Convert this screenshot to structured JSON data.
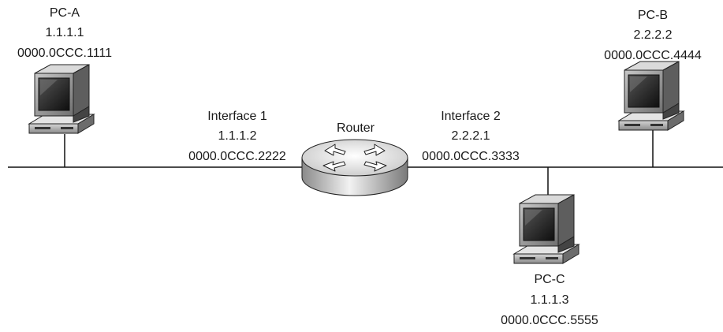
{
  "pc_a": {
    "name": "PC-A",
    "ip": "1.1.1.1",
    "mac": "0000.0CCC.1111"
  },
  "pc_b": {
    "name": "PC-B",
    "ip": "2.2.2.2",
    "mac": "0000.0CCC.4444"
  },
  "pc_c": {
    "name": "PC-C",
    "ip": "1.1.1.3",
    "mac": "0000.0CCC.5555"
  },
  "router": {
    "name": "Router",
    "interface1": {
      "label": "Interface 1",
      "ip": "1.1.1.2",
      "mac": "0000.0CCC.2222"
    },
    "interface2": {
      "label": "Interface 2",
      "ip": "2.2.2.1",
      "mac": "0000.0CCC.3333"
    }
  },
  "icons": {
    "computer": "desktop-computer-icon",
    "router": "router-icon"
  }
}
